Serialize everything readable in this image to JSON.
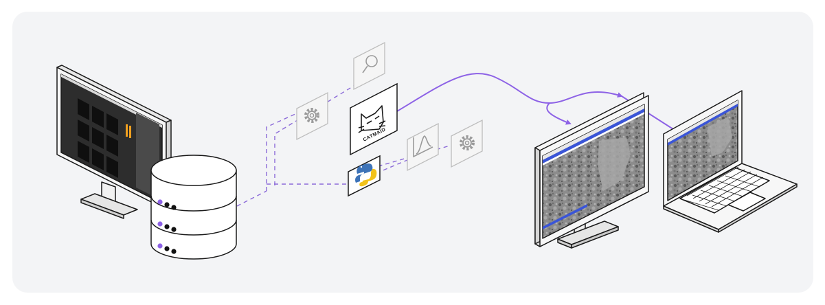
{
  "diagram": {
    "tools": {
      "catmaid_label": "CATMAID"
    },
    "icons": [
      "workstation-monitor",
      "database-icon",
      "magnifier-icon",
      "gear-icon",
      "catmaid-cat-icon",
      "python-icon",
      "gaussian-peak-icon",
      "gear-icon",
      "web-monitor",
      "laptop"
    ],
    "colors": {
      "background": "#f3f4f6",
      "accent_purple": "#8d62e6",
      "dashed_line": "#8b6ad8",
      "outline": "#1a1a1a",
      "screen_dark": "#2a2a2a",
      "tile_black": "#0f0f0f",
      "orange_mark": "#f0a020",
      "blue_header": "#3a55d8"
    }
  }
}
